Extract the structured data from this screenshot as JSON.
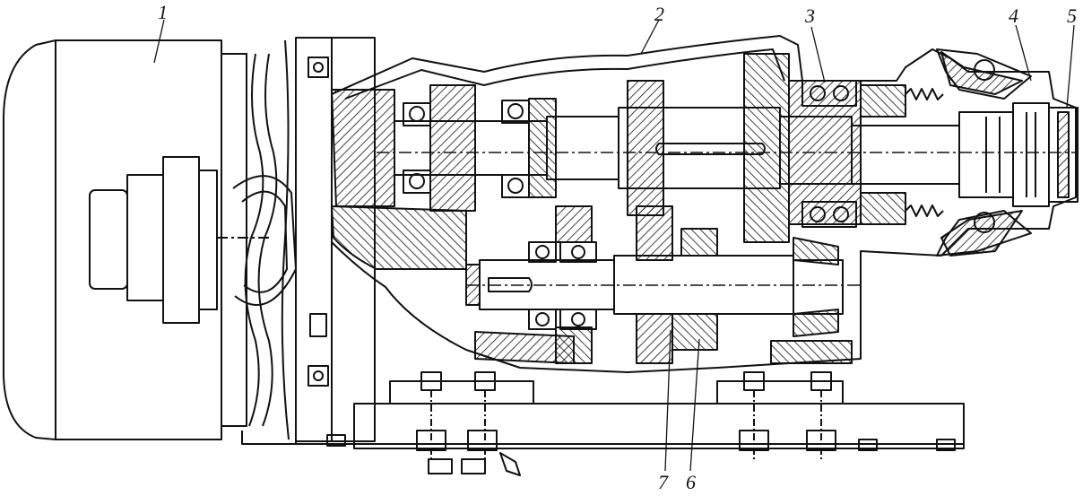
{
  "labels": {
    "l1": "1",
    "l2": "2",
    "l3": "3",
    "l4": "4",
    "l5": "5",
    "l6": "6",
    "l7": "7"
  },
  "colors": {
    "ink": "#111111",
    "paper": "#ffffff",
    "hatch": "#111111"
  }
}
